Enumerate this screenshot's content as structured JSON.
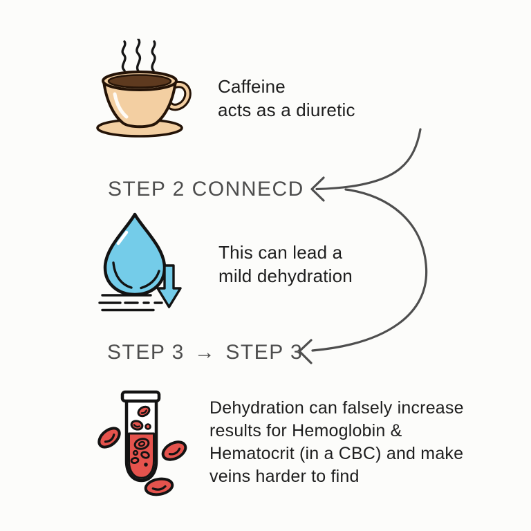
{
  "infographic": {
    "topic": "caffeine-dehydration-blood-test",
    "background_color": "#fcfcfa",
    "steps": [
      {
        "id": "caffeine",
        "icon": "coffee-cup-icon",
        "lines": [
          "Caffeine",
          "acts as a diuretic"
        ]
      },
      {
        "id": "dehydration",
        "icon": "water-drop-icon",
        "lines": [
          "This can lead a",
          "mild dehydration"
        ]
      },
      {
        "id": "blood-test",
        "icon": "blood-test-tube-icon",
        "lines": [
          "Dehydration can falsely increase",
          "results for Hemoglobin &",
          "Hematocrit (in a CBC) and make",
          "veins harder to find"
        ]
      }
    ],
    "headings": {
      "step2": "STEP 2 CONNECD",
      "step3_left": "STEP 3",
      "step3_arrow": "→",
      "step3_right": "STEP 3"
    },
    "colors": {
      "heading_gray": "#4d4d4d",
      "connector_gray": "#4e4e4e",
      "text_black": "#1e1e1e",
      "cup_tan": "#f3cfa2",
      "coffee_brown": "#5e3a1f",
      "drop_blue": "#74cce9",
      "blood_red": "#e5534d",
      "outline_dark": "#131313"
    }
  }
}
